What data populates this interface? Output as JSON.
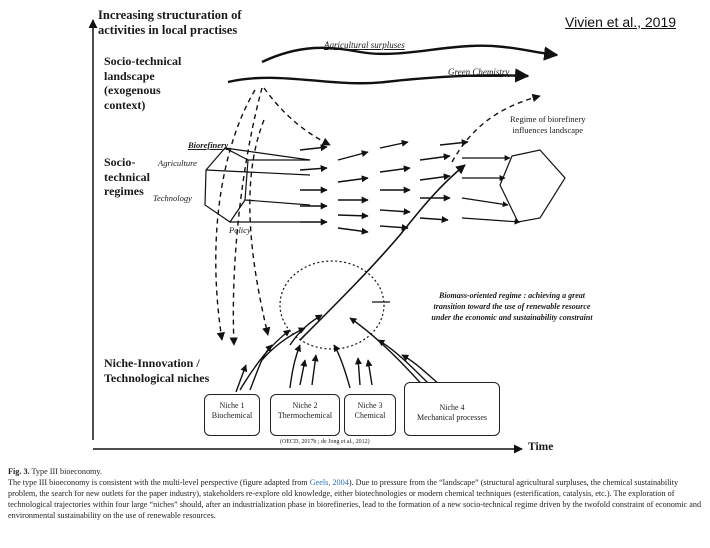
{
  "citation": "Vivien et al., 2019",
  "y_axis": {
    "title_line1": "Increasing structuration of",
    "title_line2": "activities in local practises"
  },
  "x_axis": {
    "label": "Time"
  },
  "levels": {
    "landscape": [
      "Socio-technical",
      "landscape",
      "(exogenous",
      "context)"
    ],
    "regimes": [
      "Socio-",
      "technical",
      "regimes"
    ],
    "niches": [
      "Niche-Innovation /",
      "Technological niches"
    ]
  },
  "landscape_flows": {
    "agricultural": "Agricultural surpluses",
    "green": "Green Chemistry"
  },
  "regime_labels": {
    "biorefinery": "Biorefinery",
    "agriculture": "Agriculture",
    "technology": "Technology",
    "policy": "Policy"
  },
  "influence_note": [
    "Regime of biorefinery",
    "influences landscape"
  ],
  "biomass_note": [
    "Biomass-oriented regime : achieving a great",
    "transition toward the use of renewable resource",
    "under the economic and sustainability constraint"
  ],
  "niches": [
    {
      "title": "Niche 1",
      "sub": "Biochemical"
    },
    {
      "title": "Niche 2",
      "sub": "Thermochemical"
    },
    {
      "title": "Niche 3",
      "sub": "Chemical"
    },
    {
      "title": "Niche 4",
      "sub": "Mechanical processes"
    }
  ],
  "source_note": "(OECD, 2017b ; de Jong et al., 2012)",
  "caption": {
    "fig_label": "Fig. 3.",
    "fig_title": " Type III bioeconomy.",
    "text_before_link": "The type III bioeconomy is consistent with the multi-level perspective (figure adapted from ",
    "link": "Geels, 2004",
    "text_after_link": "). Due to pressure from the “landscape” (structural agricultural surpluses, the chemical sustainability problem, the search for new outlets for the paper industry), stakeholders re-explore old knowledge, either biotechnologies or modern chemical techniques (esterification, catalysis, etc.). The exploration of technological trajectories within four large “niches” should, after an industrialization phase in biorefineries, lead to the formation of a new socio-technical regime driven by the twofold constraint of economic and environmental sustainability on the use of renewable resources."
  }
}
